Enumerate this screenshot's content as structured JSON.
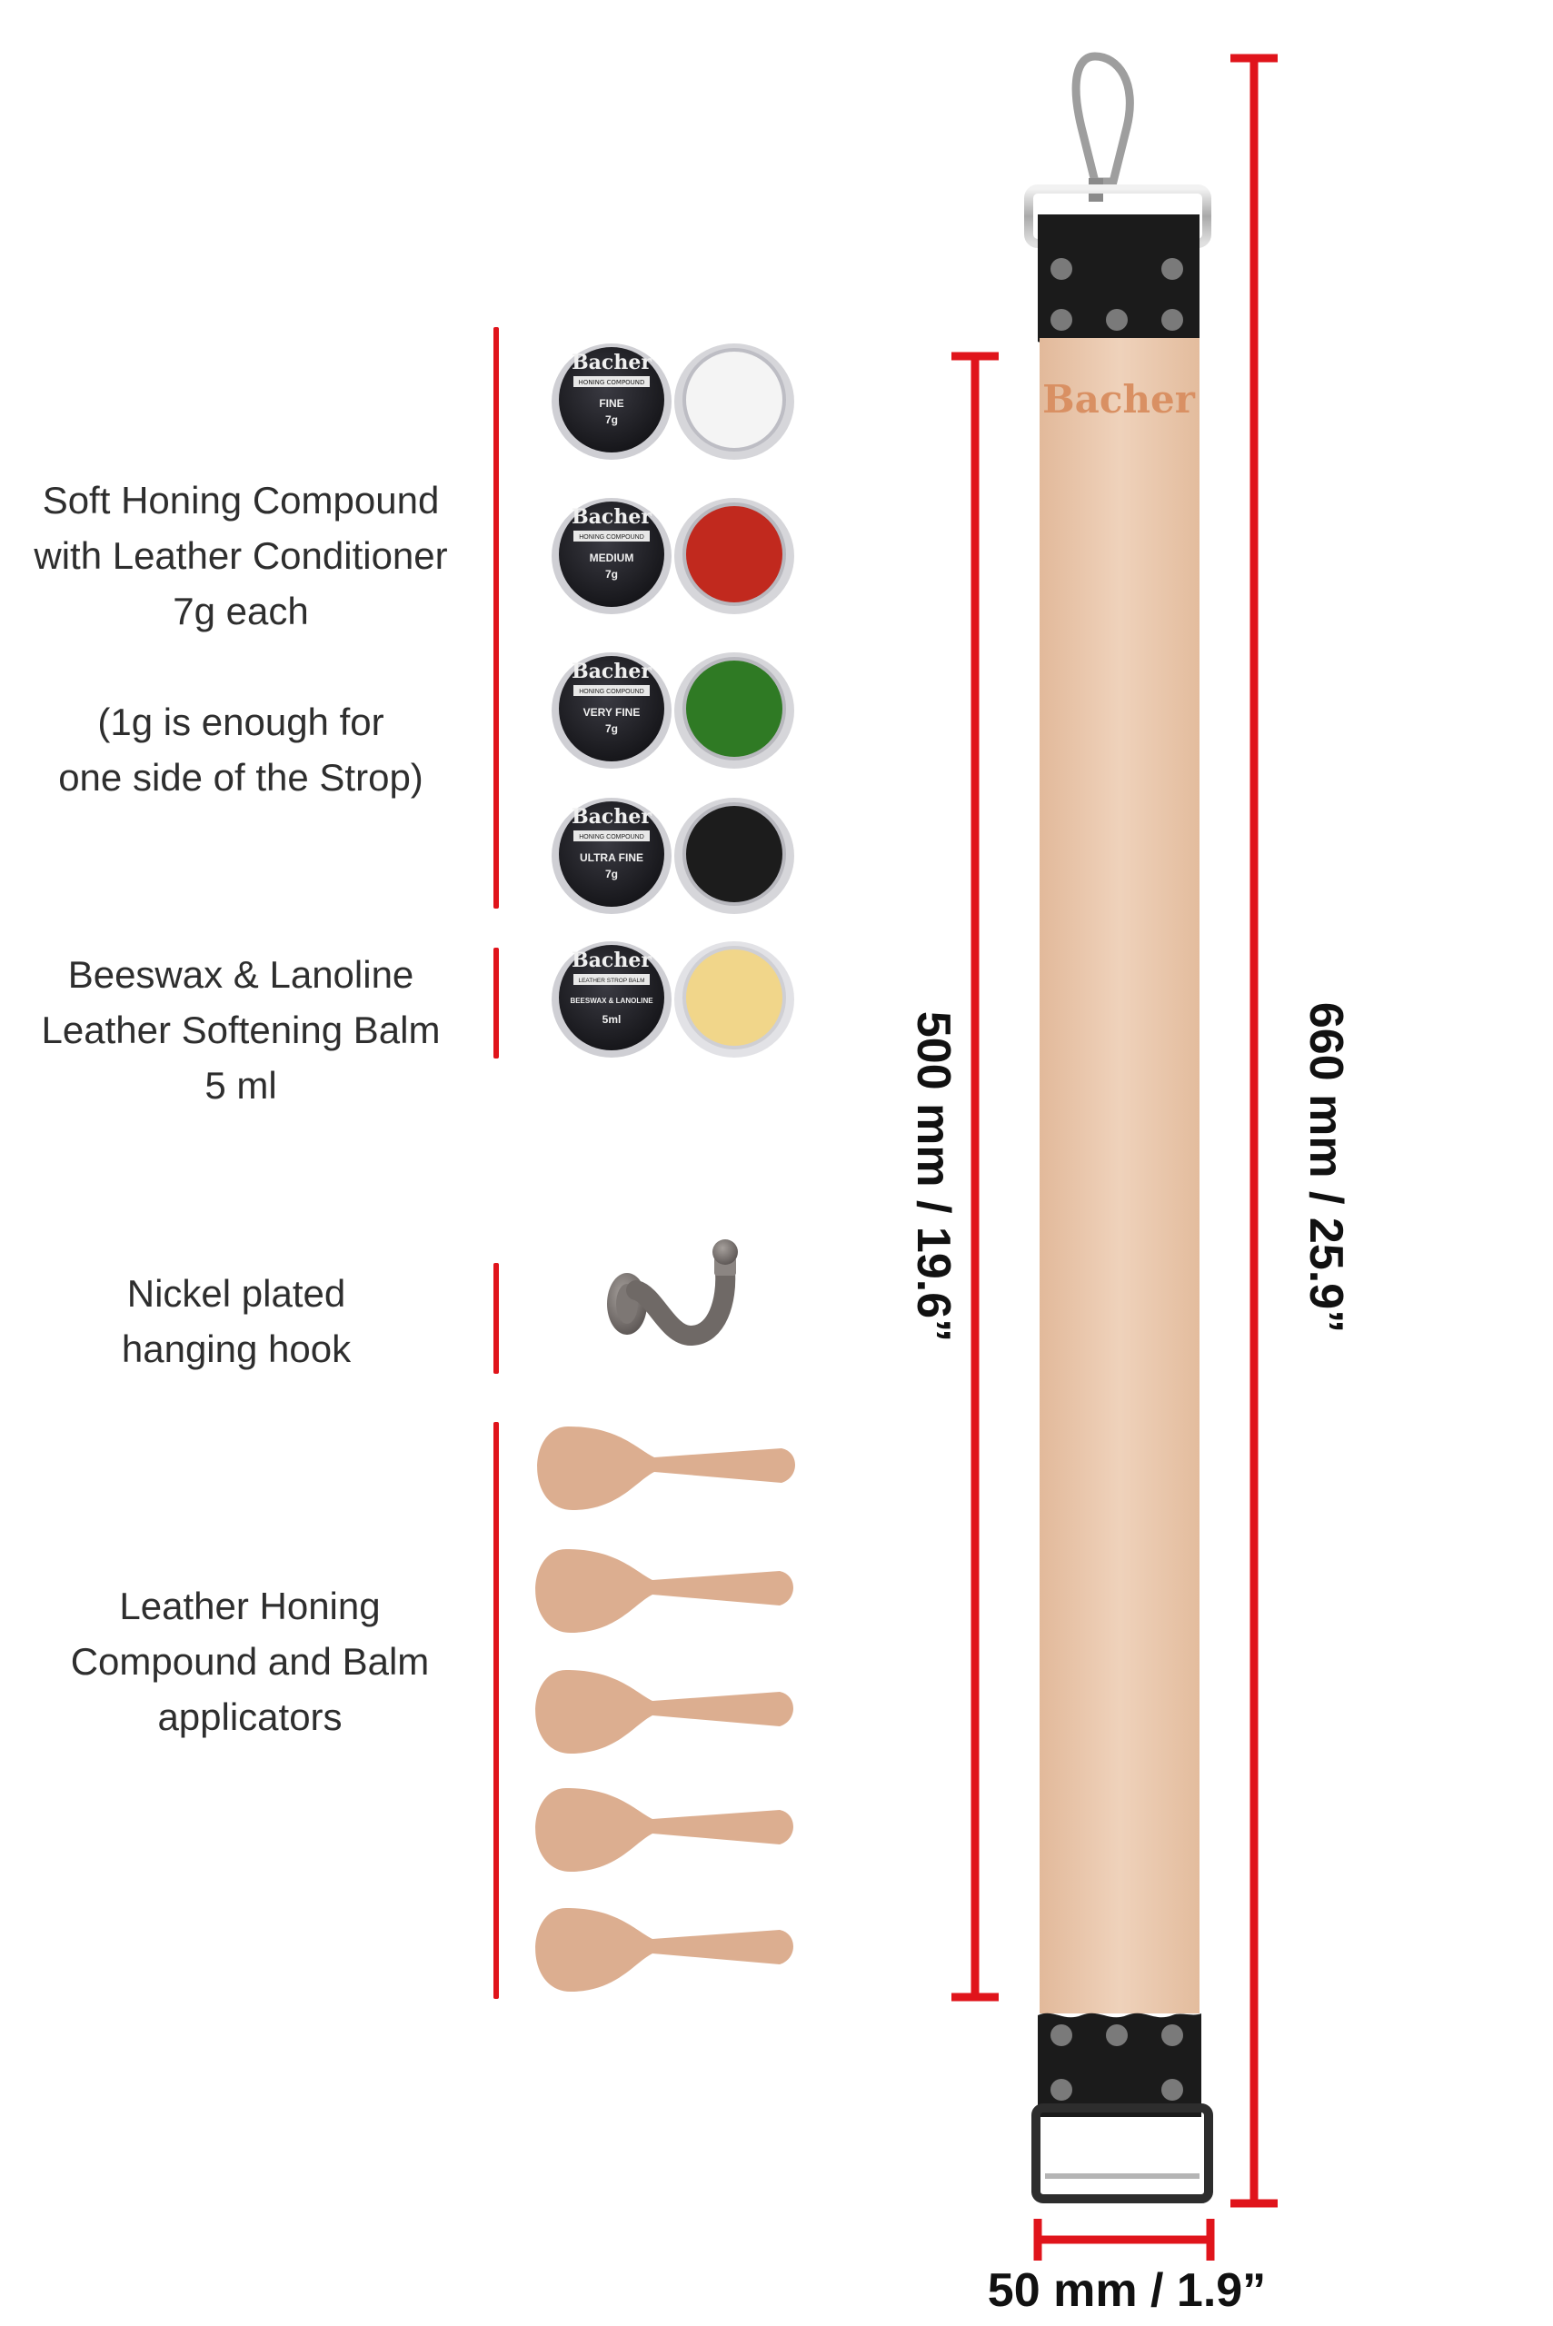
{
  "brand": "Bacher",
  "labels": {
    "compound": "Soft Honing Compound\nwith Leather Conditioner\n7g each\n\n(1g is enough for\none side of the Strop)",
    "balm": "Beeswax & Lanoline\nLeather Softening Balm\n5 ml",
    "hook": "Nickel plated\nhanging  hook",
    "applicators": "Leather Honing\nCompound and Balm\napplicators"
  },
  "jars": [
    {
      "lid_text": "FINE",
      "weight": "7g",
      "banner": "HONING COMPOUND",
      "compound_color": "#f4f4f4"
    },
    {
      "lid_text": "MEDIUM",
      "weight": "7g",
      "banner": "HONING COMPOUND",
      "compound_color": "#c1291e"
    },
    {
      "lid_text": "VERY FINE",
      "weight": "7g",
      "banner": "HONING COMPOUND",
      "compound_color": "#2f7a24"
    },
    {
      "lid_text": "ULTRA FINE",
      "weight": "7g",
      "banner": "HONING COMPOUND",
      "compound_color": "#1c1c1c"
    },
    {
      "lid_text": "BEESWAX & LANOLINE",
      "weight": "5ml",
      "banner": "LEATHER STROP BALM",
      "compound_color": "#f1d68a"
    }
  ],
  "dimensions": {
    "working_length": "500 mm / 19.6”",
    "total_length": "660 mm / 25.9”",
    "width": "50 mm / 1.9”"
  },
  "colors": {
    "accent_red": "#e0141b",
    "leather": "#eac8ab",
    "applicator": "#dcae90",
    "lid": "#2a2a30"
  }
}
